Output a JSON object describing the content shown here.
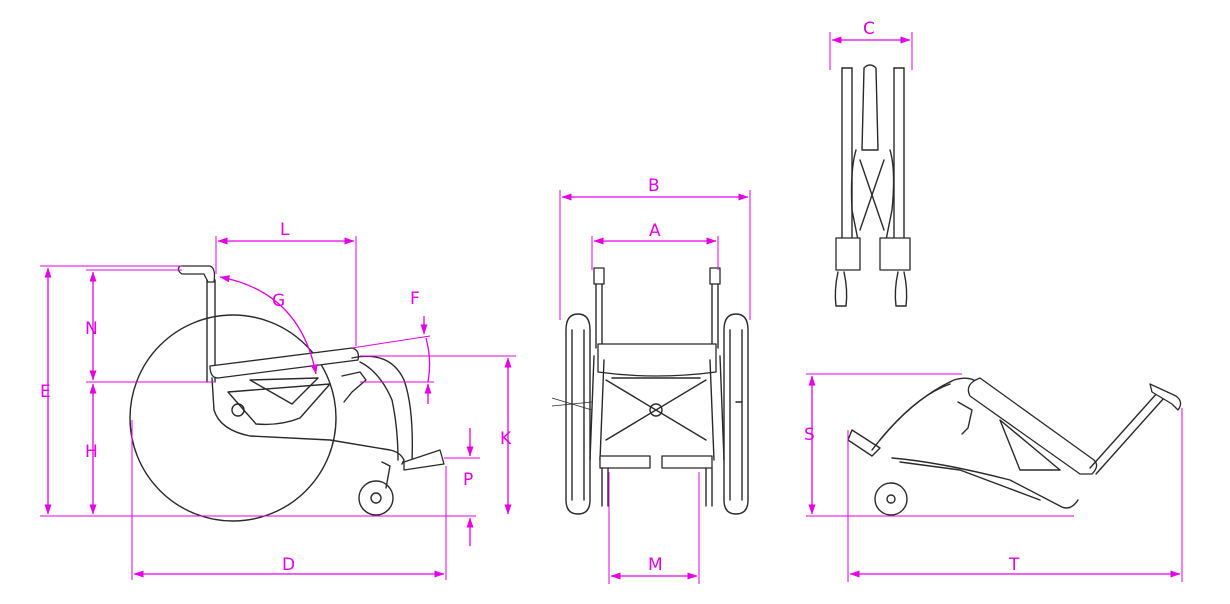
{
  "colors": {
    "dimension": "#e600e6",
    "drawing": "#2a2a2a",
    "background": "#ffffff"
  },
  "labels": {
    "A": "A",
    "B": "B",
    "C": "C",
    "D": "D",
    "E": "E",
    "F": "F",
    "G": "G",
    "H": "H",
    "K": "K",
    "L": "L",
    "M": "M",
    "N": "N",
    "P": "P",
    "S": "S",
    "T": "T"
  }
}
